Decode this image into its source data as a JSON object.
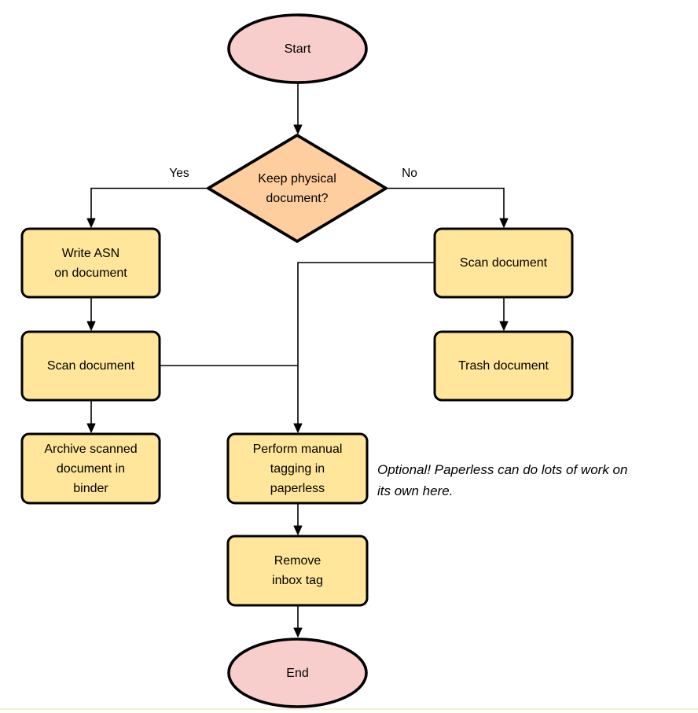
{
  "diagram": {
    "colors": {
      "terminator_fill": "#f8cecc",
      "decision_fill": "#ffce9f",
      "process_fill": "#ffe69a",
      "stroke": "#000000",
      "footer_line": "#f7eedd"
    },
    "nodes": [
      {
        "id": "start",
        "type": "terminator",
        "label": "Start"
      },
      {
        "id": "keep-physical-document",
        "type": "decision",
        "label": "Keep physical\ndocument?"
      },
      {
        "id": "write-asn-on-document",
        "type": "process",
        "label": "Write ASN\non document"
      },
      {
        "id": "scan-document-left",
        "type": "process",
        "label": "Scan document"
      },
      {
        "id": "archive-scanned-document",
        "type": "process",
        "label": "Archive scanned\ndocument in\nbinder"
      },
      {
        "id": "scan-document-right",
        "type": "process",
        "label": "Scan document"
      },
      {
        "id": "trash-document",
        "type": "process",
        "label": "Trash document"
      },
      {
        "id": "perform-manual-tagging",
        "type": "process",
        "label": "Perform manual\ntagging in\npaperless"
      },
      {
        "id": "remove-inbox-tag",
        "type": "process",
        "label": "Remove\ninbox tag"
      },
      {
        "id": "end",
        "type": "terminator",
        "label": "End"
      }
    ],
    "edge_labels": [
      {
        "id": "yes",
        "text": "Yes"
      },
      {
        "id": "no",
        "text": "No"
      }
    ],
    "annotation": "Optional! Paperless can do lots of work on\nits own here."
  }
}
